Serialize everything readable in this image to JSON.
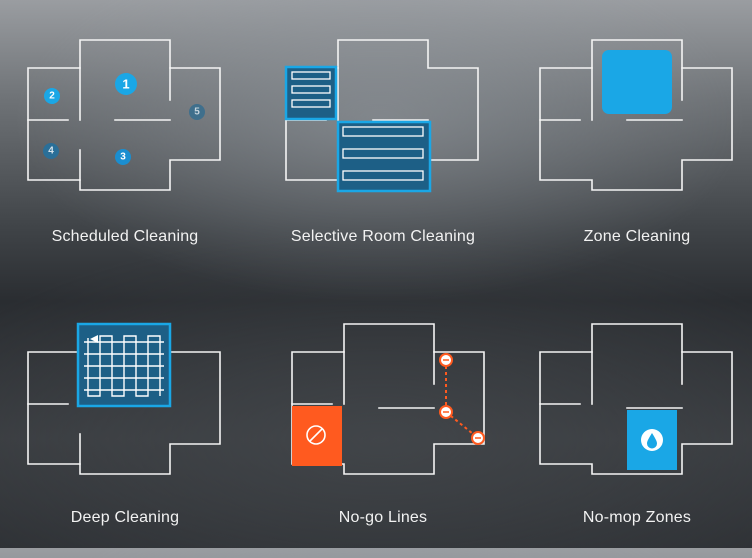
{
  "features": [
    {
      "id": "scheduled",
      "label": "Scheduled Cleaning",
      "room_numbers": [
        "1",
        "2",
        "3",
        "4",
        "5"
      ]
    },
    {
      "id": "selective",
      "label": "Selective Room Cleaning"
    },
    {
      "id": "zone",
      "label": "Zone Cleaning"
    },
    {
      "id": "deep",
      "label": "Deep Cleaning"
    },
    {
      "id": "nogo",
      "label": "No-go Lines"
    },
    {
      "id": "nomop",
      "label": "No-mop Zones"
    }
  ],
  "colors": {
    "accent_blue": "#1aa7e6",
    "dark_blue": "#1d5f86",
    "orange": "#ff5a1f",
    "wall": "#f4f4f4"
  },
  "icons": [
    "prohibited-icon",
    "water-drop-icon",
    "arrow-icon"
  ]
}
